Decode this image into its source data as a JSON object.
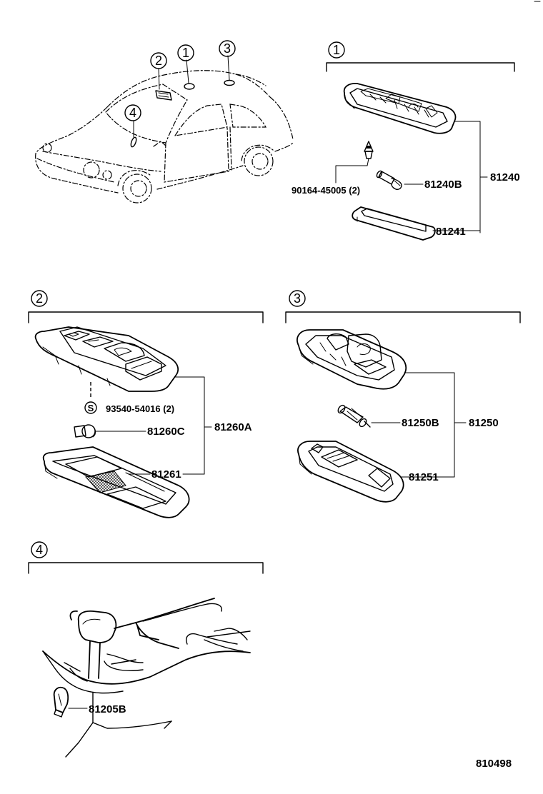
{
  "callouts": {
    "one": "1",
    "two": "2",
    "three": "3",
    "four": "4",
    "s_mark": "S"
  },
  "section1": {
    "part_screw": "90164-45005 (2)",
    "part_bulb": "81240B",
    "part_assy": "81240",
    "part_lens": "81241"
  },
  "section2": {
    "part_screw": "93540-54016 (2)",
    "part_bulb": "81260C",
    "part_assy": "81260A",
    "part_lens": "81261"
  },
  "section3": {
    "part_bulb": "81250B",
    "part_assy": "81250",
    "part_lens": "81251"
  },
  "section4": {
    "part_bulb": "81205B"
  },
  "illustration_number": "810498"
}
